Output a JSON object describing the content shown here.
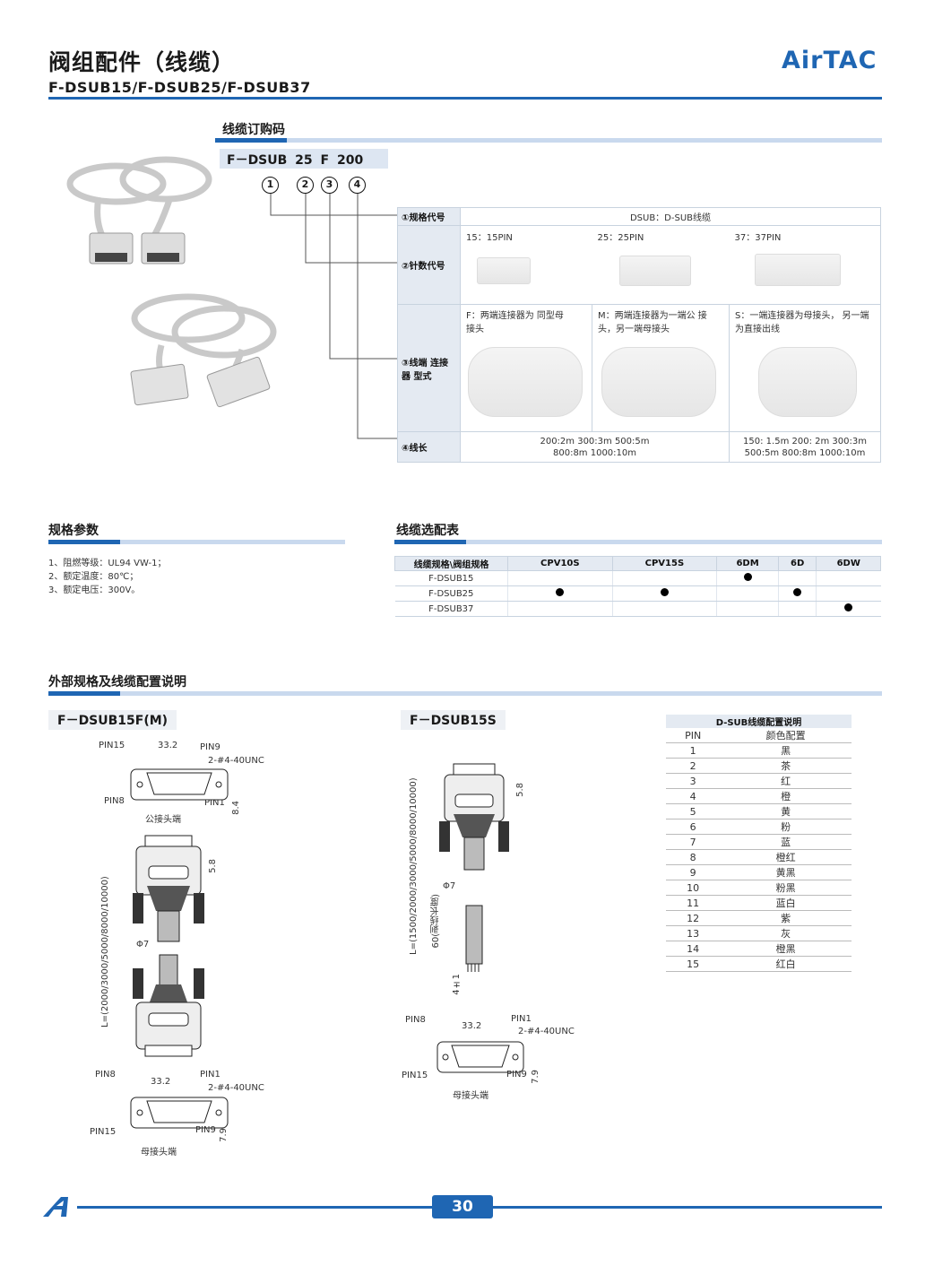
{
  "header": {
    "title": "阀组配件（线缆）",
    "subtitle": "F-DSUB15/F-DSUB25/F-DSUB37",
    "brand": "AirTAC"
  },
  "order_code": {
    "heading": "线缆订购码",
    "code": "F－DSUB 25  F  200",
    "markers": [
      "1",
      "2",
      "3",
      "4"
    ],
    "rows": {
      "spec_key": "①规格代号",
      "spec_val": "DSUB：D-SUB线缆",
      "pin_key": "②针数代号",
      "pin_15": "15：15PIN",
      "pin_25": "25：25PIN",
      "pin_37": "37：37PIN",
      "conn_key": "③线端 连接器 型式",
      "conn_f": "F：两端连接器为 同型母接头",
      "conn_m": "M：两端连接器为一端公 接头，另一端母接头",
      "conn_s": "S：一端连接器为母接头， 另一端为直接出线",
      "len_key": "④线长",
      "len_fm_1": "200:2m    300:3m    500:5m",
      "len_fm_2": "800:8m    1000:10m",
      "len_s_1": "150: 1.5m    200: 2m    300:3m",
      "len_s_2": "500:5m     800:8m    1000:10m"
    }
  },
  "specs": {
    "heading": "规格参数",
    "items": [
      "1、阻燃等级：UL94  VW-1；",
      "2、额定温度：80℃；",
      "3、额定电压：300V。"
    ]
  },
  "match": {
    "heading": "线缆选配表",
    "columns": [
      "线缆规格\\阀组规格",
      "CPV10S",
      "CPV15S",
      "6DM",
      "6D",
      "6DW"
    ],
    "rows": [
      {
        "name": "F-DSUB15",
        "marks": [
          false,
          false,
          true,
          false,
          false
        ]
      },
      {
        "name": "F-DSUB25",
        "marks": [
          true,
          true,
          false,
          true,
          false
        ]
      },
      {
        "name": "F-DSUB37",
        "marks": [
          false,
          false,
          false,
          false,
          true
        ]
      }
    ]
  },
  "external": {
    "heading": "外部规格及线缆配置说明",
    "label_fm": "F－DSUB15F(M)",
    "label_s": "F－DSUB15S",
    "pin15": "PIN15",
    "pin9": "PIN9",
    "pin8": "PIN8",
    "pin1": "PIN1",
    "width": "33.2",
    "screw": "2-#4-40UNC",
    "male_caption": "公接头端",
    "female_caption": "母接头端",
    "dim_84": "8.4",
    "dim_58": "5.8",
    "dim_79": "7.9",
    "phi7": "Φ7",
    "length_fm": "L=(2000/3000/5000/8000/10000)",
    "length_s": "L=(1500/2000/3000/5000/8000/10000)",
    "strip": "60(剥线长度)",
    "tol": "4±1"
  },
  "pinmap": {
    "title": "D-SUB线缆配置说明",
    "col_pin": "PIN",
    "col_color": "颜色配置",
    "rows": [
      [
        "1",
        "黑"
      ],
      [
        "2",
        "茶"
      ],
      [
        "3",
        "红"
      ],
      [
        "4",
        "橙"
      ],
      [
        "5",
        "黄"
      ],
      [
        "6",
        "粉"
      ],
      [
        "7",
        "蓝"
      ],
      [
        "8",
        "橙红"
      ],
      [
        "9",
        "黄黑"
      ],
      [
        "10",
        "粉黑"
      ],
      [
        "11",
        "蓝白"
      ],
      [
        "12",
        "紫"
      ],
      [
        "13",
        "灰"
      ],
      [
        "14",
        "橙黑"
      ],
      [
        "15",
        "红白"
      ]
    ]
  },
  "footer": {
    "page": "30"
  }
}
